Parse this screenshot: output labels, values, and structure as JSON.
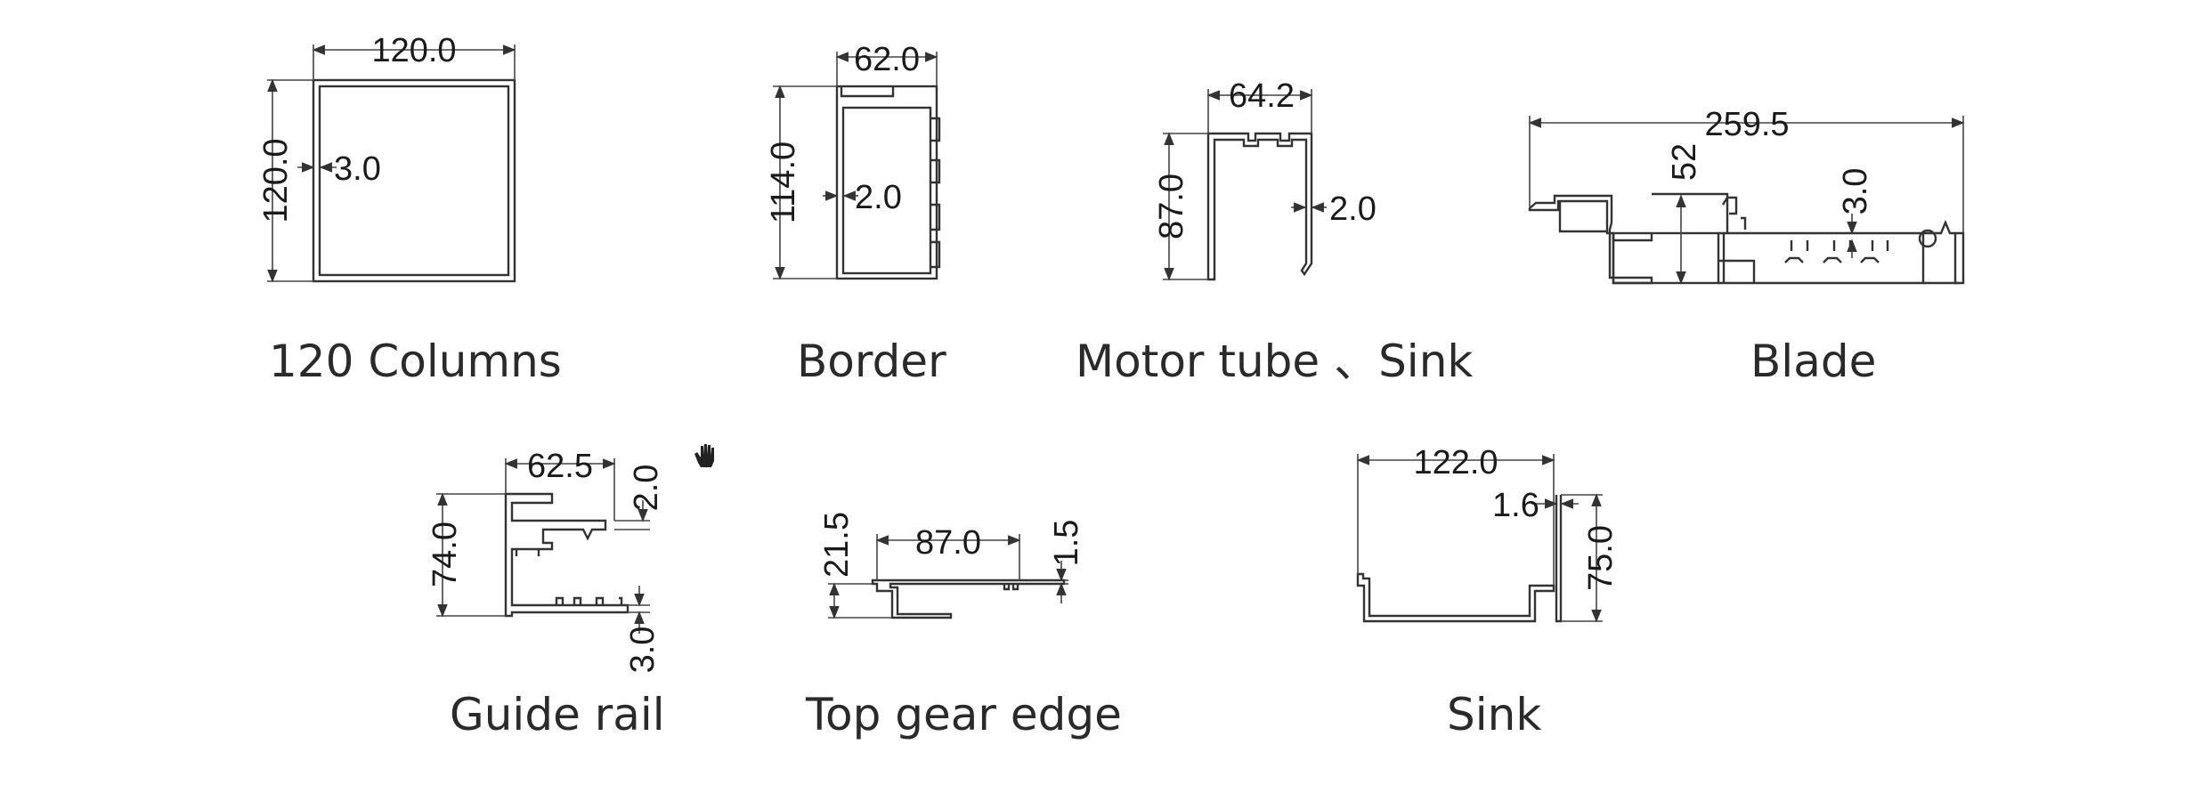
{
  "profiles": [
    {
      "caption": "120 Columns",
      "dims": [
        "120.0",
        "120.0",
        "3.0"
      ]
    },
    {
      "caption": "Border",
      "dims": [
        "62.0",
        "114.0",
        "2.0"
      ]
    },
    {
      "caption": "Motor tube 、Sink",
      "dims": [
        "64.2",
        "87.0",
        "2.0"
      ]
    },
    {
      "caption": "Blade",
      "dims": [
        "259.5",
        "52",
        "3.0"
      ]
    },
    {
      "caption": "Guide rail",
      "dims": [
        "62.5",
        "2.0",
        "74.0",
        "3.0"
      ]
    },
    {
      "caption": "Top gear edge",
      "dims": [
        "21.5",
        "87.0",
        "1.5"
      ]
    },
    {
      "caption": "Sink",
      "dims": [
        "122.0",
        "1.6",
        "75.0"
      ]
    }
  ],
  "icons": {
    "cursor": "hand-cursor-icon"
  },
  "colors": {
    "line": "#333333",
    "text": "#1a1a1a"
  }
}
